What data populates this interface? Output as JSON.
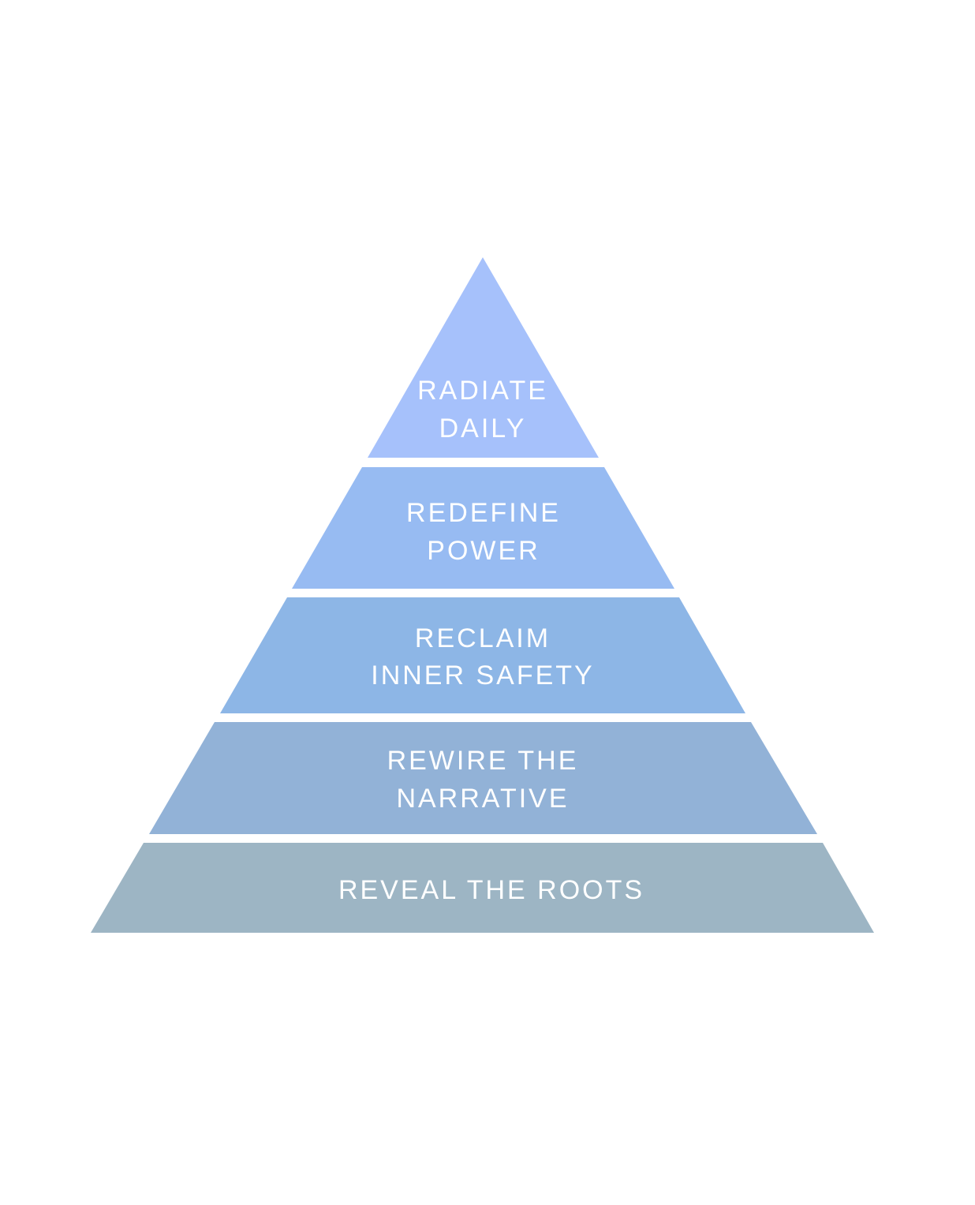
{
  "pyramid": {
    "text_color": "#ffffff",
    "levels": [
      {
        "lines": [
          "RADIATE",
          "DAILY"
        ],
        "color": "#a6c1fb"
      },
      {
        "lines": [
          "REDEFINE",
          "POWER"
        ],
        "color": "#97bbf2"
      },
      {
        "lines": [
          "RECLAIM",
          "INNER SAFETY"
        ],
        "color": "#8db6e6"
      },
      {
        "lines": [
          "REWIRE THE",
          "NARRATIVE"
        ],
        "color": "#92b2d7"
      },
      {
        "lines": [
          "REVEAL THE ROOTS"
        ],
        "color": "#9db5c4"
      }
    ]
  }
}
